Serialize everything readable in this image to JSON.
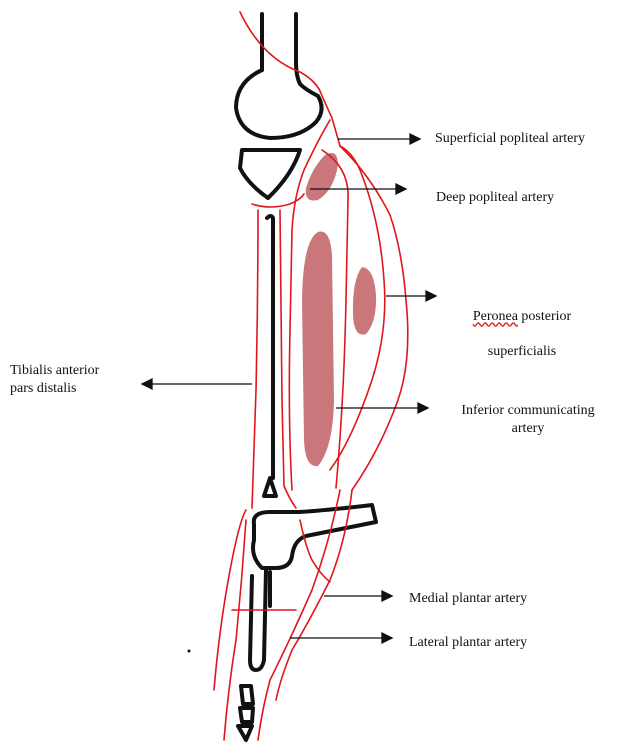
{
  "labels": {
    "superficial_popliteal": "Superficial popliteal artery",
    "deep_popliteal": "Deep popliteal artery",
    "peronea_word": "Peronea",
    "peronea_rest": " posterior",
    "peronea_line2": "superficialis",
    "tibialis": "Tibialis anterior\npars distalis",
    "inferior_comm": "Inferior communicating\nartery",
    "medial_plantar": "Medial plantar artery",
    "lateral_plantar": "Lateral plantar artery"
  },
  "colors": {
    "artery": "#e0161c",
    "bone": "#111111",
    "muscle": "#b84a50",
    "text": "#111111"
  }
}
